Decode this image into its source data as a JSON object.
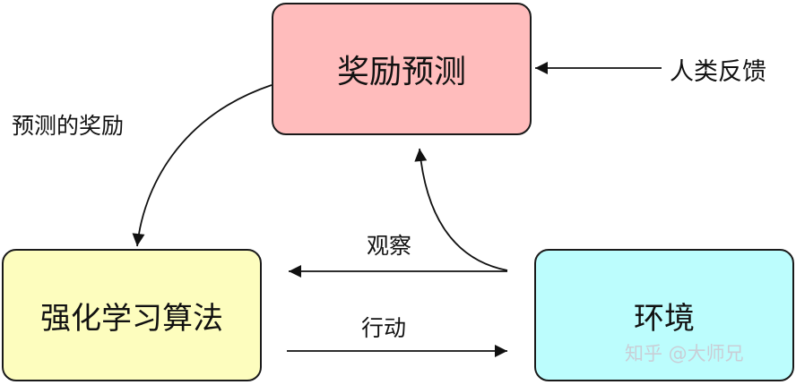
{
  "nodes": {
    "reward_prediction": "奖励预测",
    "rl_algorithm": "强化学习算法",
    "environment": "环境"
  },
  "labels": {
    "human_feedback": "人类反馈",
    "predicted_reward": "预测的奖励",
    "observe": "观察",
    "action": "行动"
  },
  "watermark": "知乎 @大师兄",
  "colors": {
    "reward_box": "#ffbcbc",
    "rl_box": "#fdfdbe",
    "env_box": "#bcfdfd",
    "stroke": "#1a1a1a"
  }
}
